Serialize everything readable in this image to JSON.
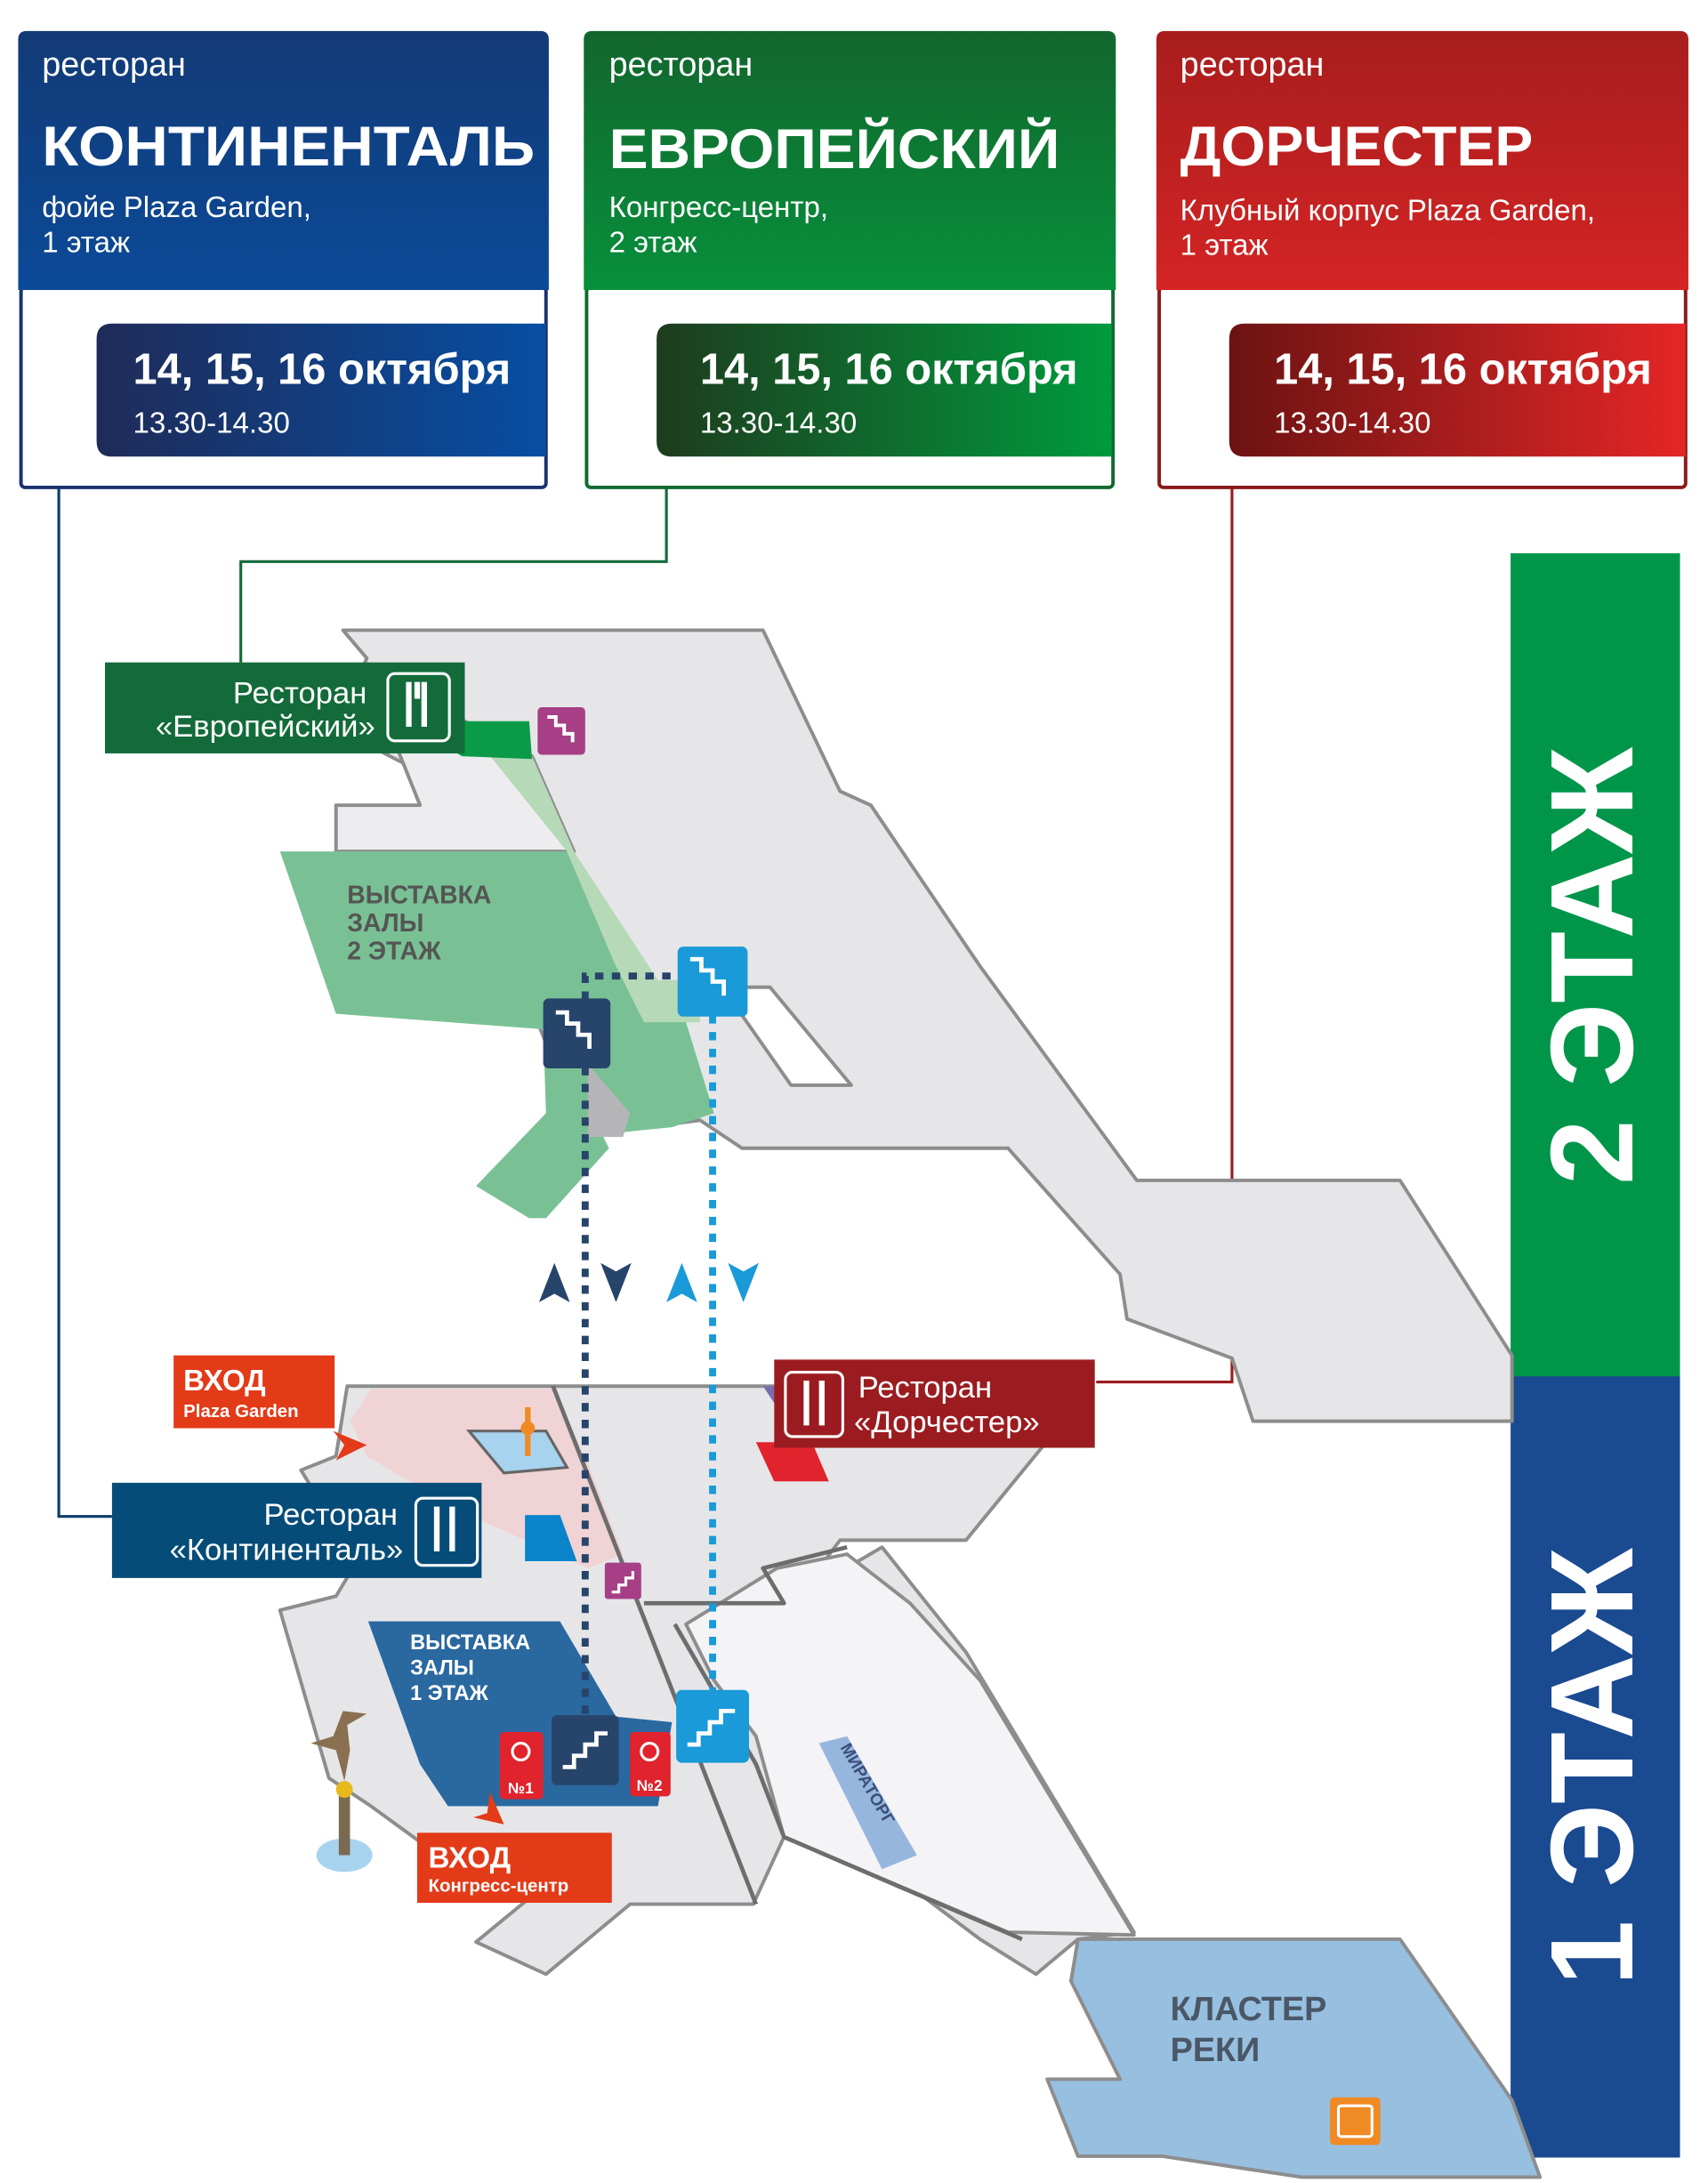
{
  "cards": [
    {
      "kicker": "ресторан",
      "title": "КОНТИНЕНТАЛЬ",
      "location_line1": "фойе Plaza Garden,",
      "location_line2": "1 этаж",
      "dates": "14, 15, 16 октября",
      "time": "13.30-14.30",
      "color": "#123a7a"
    },
    {
      "kicker": "ресторан",
      "title": "ЕВРОПЕЙСКИЙ",
      "location_line1": "Конгресс-центр,",
      "location_line2": "2 этаж",
      "dates": "14, 15, 16 октября",
      "time": "13.30-14.30",
      "color": "#116a2e"
    },
    {
      "kicker": "ресторан",
      "title": "ДОРЧЕСТЕР",
      "location_line1": "Клубный корпус Plaza Garden,",
      "location_line2": "1 этаж",
      "dates": "14, 15, 16 октября",
      "time": "13.30-14.30",
      "color": "#b01e1e"
    }
  ],
  "floors": {
    "floor2": "2 ЭТАЖ",
    "floor1": "1 ЭТАЖ",
    "floor2_color": "#00964a",
    "floor1_color": "#1a4a90"
  },
  "map_labels": {
    "europeisky_line1": "Ресторан",
    "europeisky_line2": "«Европейский»",
    "continental_line1": "Ресторан",
    "continental_line2": "«Континенталь»",
    "dorchester_line1": "Ресторан",
    "dorchester_line2": "«Дорчестер»",
    "entrance_plaza_title": "ВХОД",
    "entrance_plaza_sub": "Plaza Garden",
    "entrance_congress_title": "ВХОД",
    "entrance_congress_sub": "Конгресс-центр",
    "expo2_line1": "ВЫСТАВКА",
    "expo2_line2": "ЗАЛЫ",
    "expo2_line3": "2 ЭТАЖ",
    "expo1_line1": "ВЫСТАВКА",
    "expo1_line2": "ЗАЛЫ",
    "expo1_line3": "1 ЭТАЖ",
    "registration1": "№1",
    "registration2": "№2",
    "miratorg": "МИРАТОРГ",
    "cluster_line1": "КЛАСТЕР",
    "cluster_line2": "РЕКИ"
  }
}
